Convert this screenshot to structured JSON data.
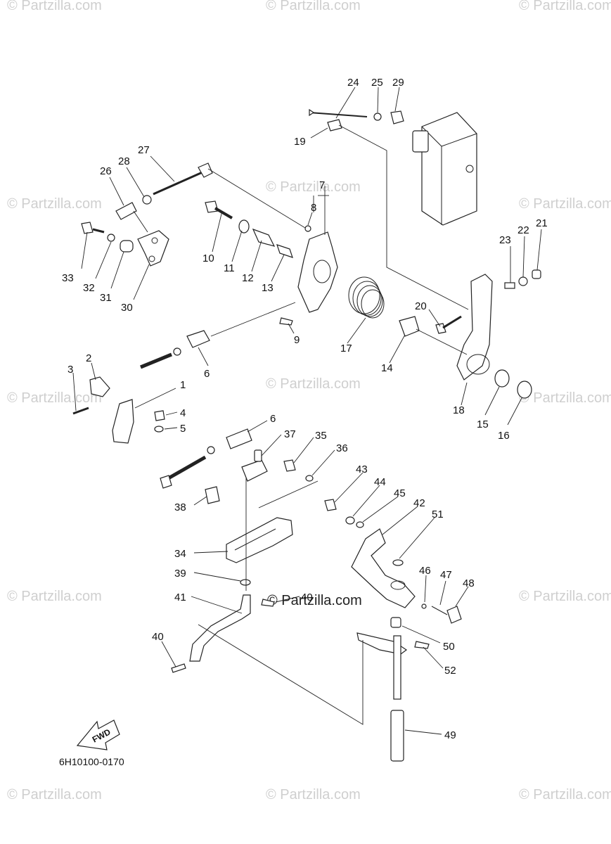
{
  "diagram_code": "6H10100-0170",
  "fwd_label": "FWD",
  "watermark": "© Partzilla.com",
  "center_watermark": "© Partzilla.com",
  "callouts": {
    "p1": "1",
    "p2": "2",
    "p3": "3",
    "p4": "4",
    "p5": "5",
    "p6a": "6",
    "p6b": "6",
    "p7": "7",
    "p8": "8",
    "p9": "9",
    "p10": "10",
    "p11": "11",
    "p12": "12",
    "p13": "13",
    "p14": "14",
    "p15": "15",
    "p16": "16",
    "p17": "17",
    "p18": "18",
    "p19": "19",
    "p20": "20",
    "p21": "21",
    "p22": "22",
    "p23": "23",
    "p24": "24",
    "p25": "25",
    "p26": "26",
    "p27": "27",
    "p28": "28",
    "p29": "29",
    "p30": "30",
    "p31": "31",
    "p32": "32",
    "p33": "33",
    "p34": "34",
    "p35": "35",
    "p36": "36",
    "p37": "37",
    "p38": "38",
    "p39": "39",
    "p40a": "40",
    "p40b": "40",
    "p41": "41",
    "p42": "42",
    "p43": "43",
    "p44": "44",
    "p45": "45",
    "p46": "46",
    "p47": "47",
    "p48": "48",
    "p49": "49",
    "p50": "50",
    "p51": "51",
    "p52": "52"
  }
}
